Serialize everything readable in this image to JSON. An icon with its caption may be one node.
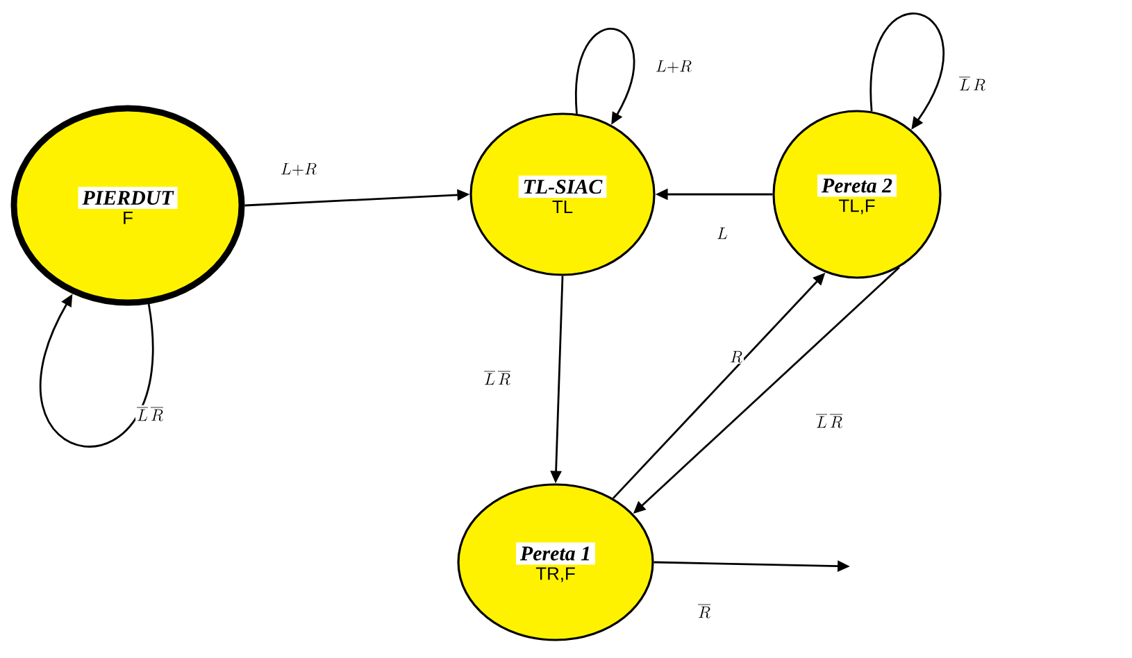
{
  "diagram": {
    "nodes": [
      {
        "text": [
          "PIERDUT",
          "F"
        ]
      },
      {
        "text": [
          "TL-SIAC",
          "TL"
        ]
      },
      {
        "text": [
          "Pereta 2",
          "TL,F"
        ]
      },
      {
        "text": [
          "Pereta 1",
          "TR,F"
        ]
      }
    ],
    "edges": [
      {
        "from": 0,
        "to": 0,
        "arrow": "to",
        "label": "\\overline{L}\\,\\overline{R}"
      },
      {
        "from": 0,
        "to": 1,
        "arrow": "to",
        "label": "L{+}R"
      },
      {
        "from": 1,
        "to": 1,
        "arrow": "to",
        "label": "L{+}R"
      },
      {
        "from": 2,
        "to": 1,
        "arrow": "to",
        "label": "L"
      },
      {
        "from": 2,
        "to": 2,
        "arrow": "to",
        "label": "\\overline{L}\\,R"
      },
      {
        "from": 1,
        "to": 3,
        "arrow": "to",
        "label": "\\overline{L}\\,\\overline{R}"
      },
      {
        "from": 3,
        "to": 2,
        "arrow": "to",
        "label": "R"
      },
      {
        "from": 2,
        "to": 3,
        "arrow": "to",
        "label": "\\overline{L}\\,\\overline{R}"
      },
      {
        "from": 3,
        "to": null,
        "arrow": "to",
        "label": "\\overline{R}"
      }
    ]
  }
}
